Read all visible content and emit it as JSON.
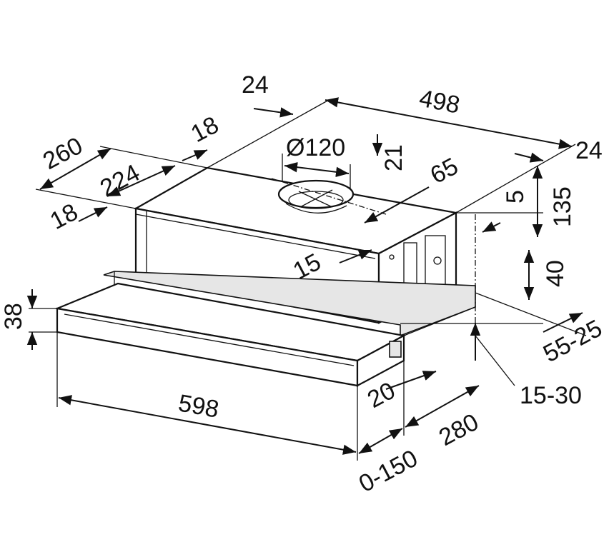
{
  "title": "Telescopic cooker hood dimension drawing",
  "dimensions": {
    "top_offset": "24",
    "width_top": "498",
    "side_offset_upper": "18",
    "depth_total": "260",
    "duct_diameter": "Ø120",
    "duct_height": "21",
    "duct_offset": "65",
    "right_offset": "24",
    "depth_inner": "224",
    "side_offset_lower": "18",
    "small_offset": "5",
    "height_total": "135",
    "body_offset": "15",
    "rail_height": "40",
    "drawer_height": "38",
    "rail_range": "55-25",
    "width_total": "598",
    "front_depth": "20",
    "mount_range": "15-30",
    "extension_depth": "280",
    "extension_range": "0-150"
  }
}
